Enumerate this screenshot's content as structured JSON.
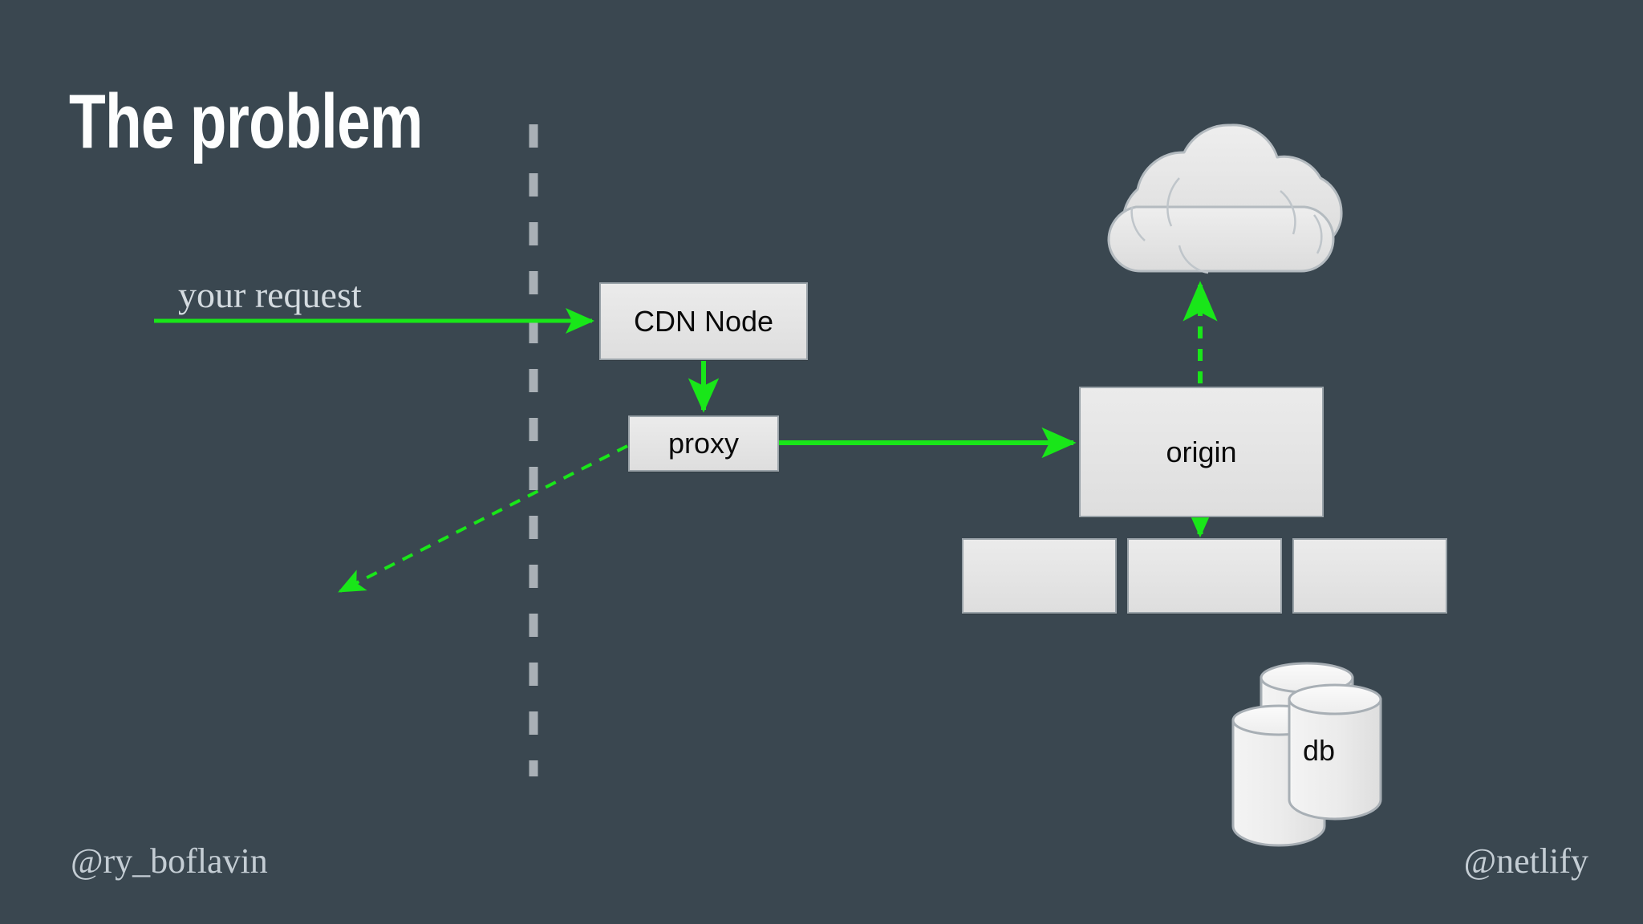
{
  "slide": {
    "title": "The problem",
    "background_color": "#3a4750"
  },
  "colors": {
    "background": "#3a4750",
    "arrow_green": "#19e619",
    "box_fill": "#e6e6e6",
    "box_border": "#9aa3a9",
    "divider_gray": "#a9b0b6",
    "title_white": "#fdfefe",
    "muted_text": "#c8d0d6"
  },
  "annotations": {
    "your_request_label": "your request"
  },
  "divider": {
    "name": "network-boundary-divider",
    "style": "dashed-vertical",
    "color": "#a9b0b6"
  },
  "nodes": [
    {
      "id": "cdn-node",
      "label": "CDN Node"
    },
    {
      "id": "proxy",
      "label": "proxy"
    },
    {
      "id": "origin",
      "label": "origin"
    },
    {
      "id": "blank-1",
      "label": ""
    },
    {
      "id": "blank-2",
      "label": ""
    },
    {
      "id": "blank-3",
      "label": ""
    },
    {
      "id": "cloud",
      "label": ""
    },
    {
      "id": "database",
      "label": "db"
    }
  ],
  "edges": [
    {
      "from": "your-request",
      "to": "cdn-node",
      "style": "solid",
      "color": "#19e619"
    },
    {
      "from": "cdn-node",
      "to": "proxy",
      "style": "solid",
      "color": "#19e619"
    },
    {
      "from": "proxy",
      "to": "origin",
      "style": "solid",
      "color": "#19e619"
    },
    {
      "from": "proxy",
      "to": "client",
      "style": "dashed",
      "color": "#19e619"
    },
    {
      "from": "origin",
      "to": "cloud",
      "style": "dashed",
      "color": "#19e619"
    },
    {
      "from": "origin",
      "to": "blank-2",
      "style": "solid",
      "color": "#19e619"
    }
  ],
  "footer": {
    "left_handle": "@ry_boflavin",
    "right_handle": "@netlify"
  }
}
